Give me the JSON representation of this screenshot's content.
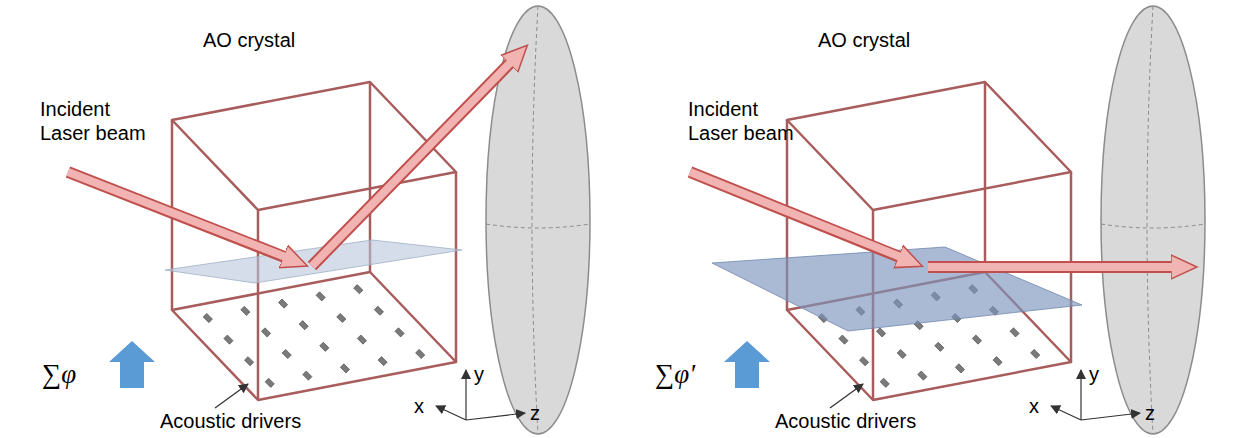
{
  "diagram": {
    "labels": [
      "AO crystal",
      "Incident Laser beam",
      "Acoustic drivers",
      "∑φ",
      "x",
      "y",
      "z",
      "AO crystal",
      "Incident Laser beam",
      "Acoustic drivers",
      "∑φ′",
      "x",
      "y",
      "z"
    ]
  }
}
